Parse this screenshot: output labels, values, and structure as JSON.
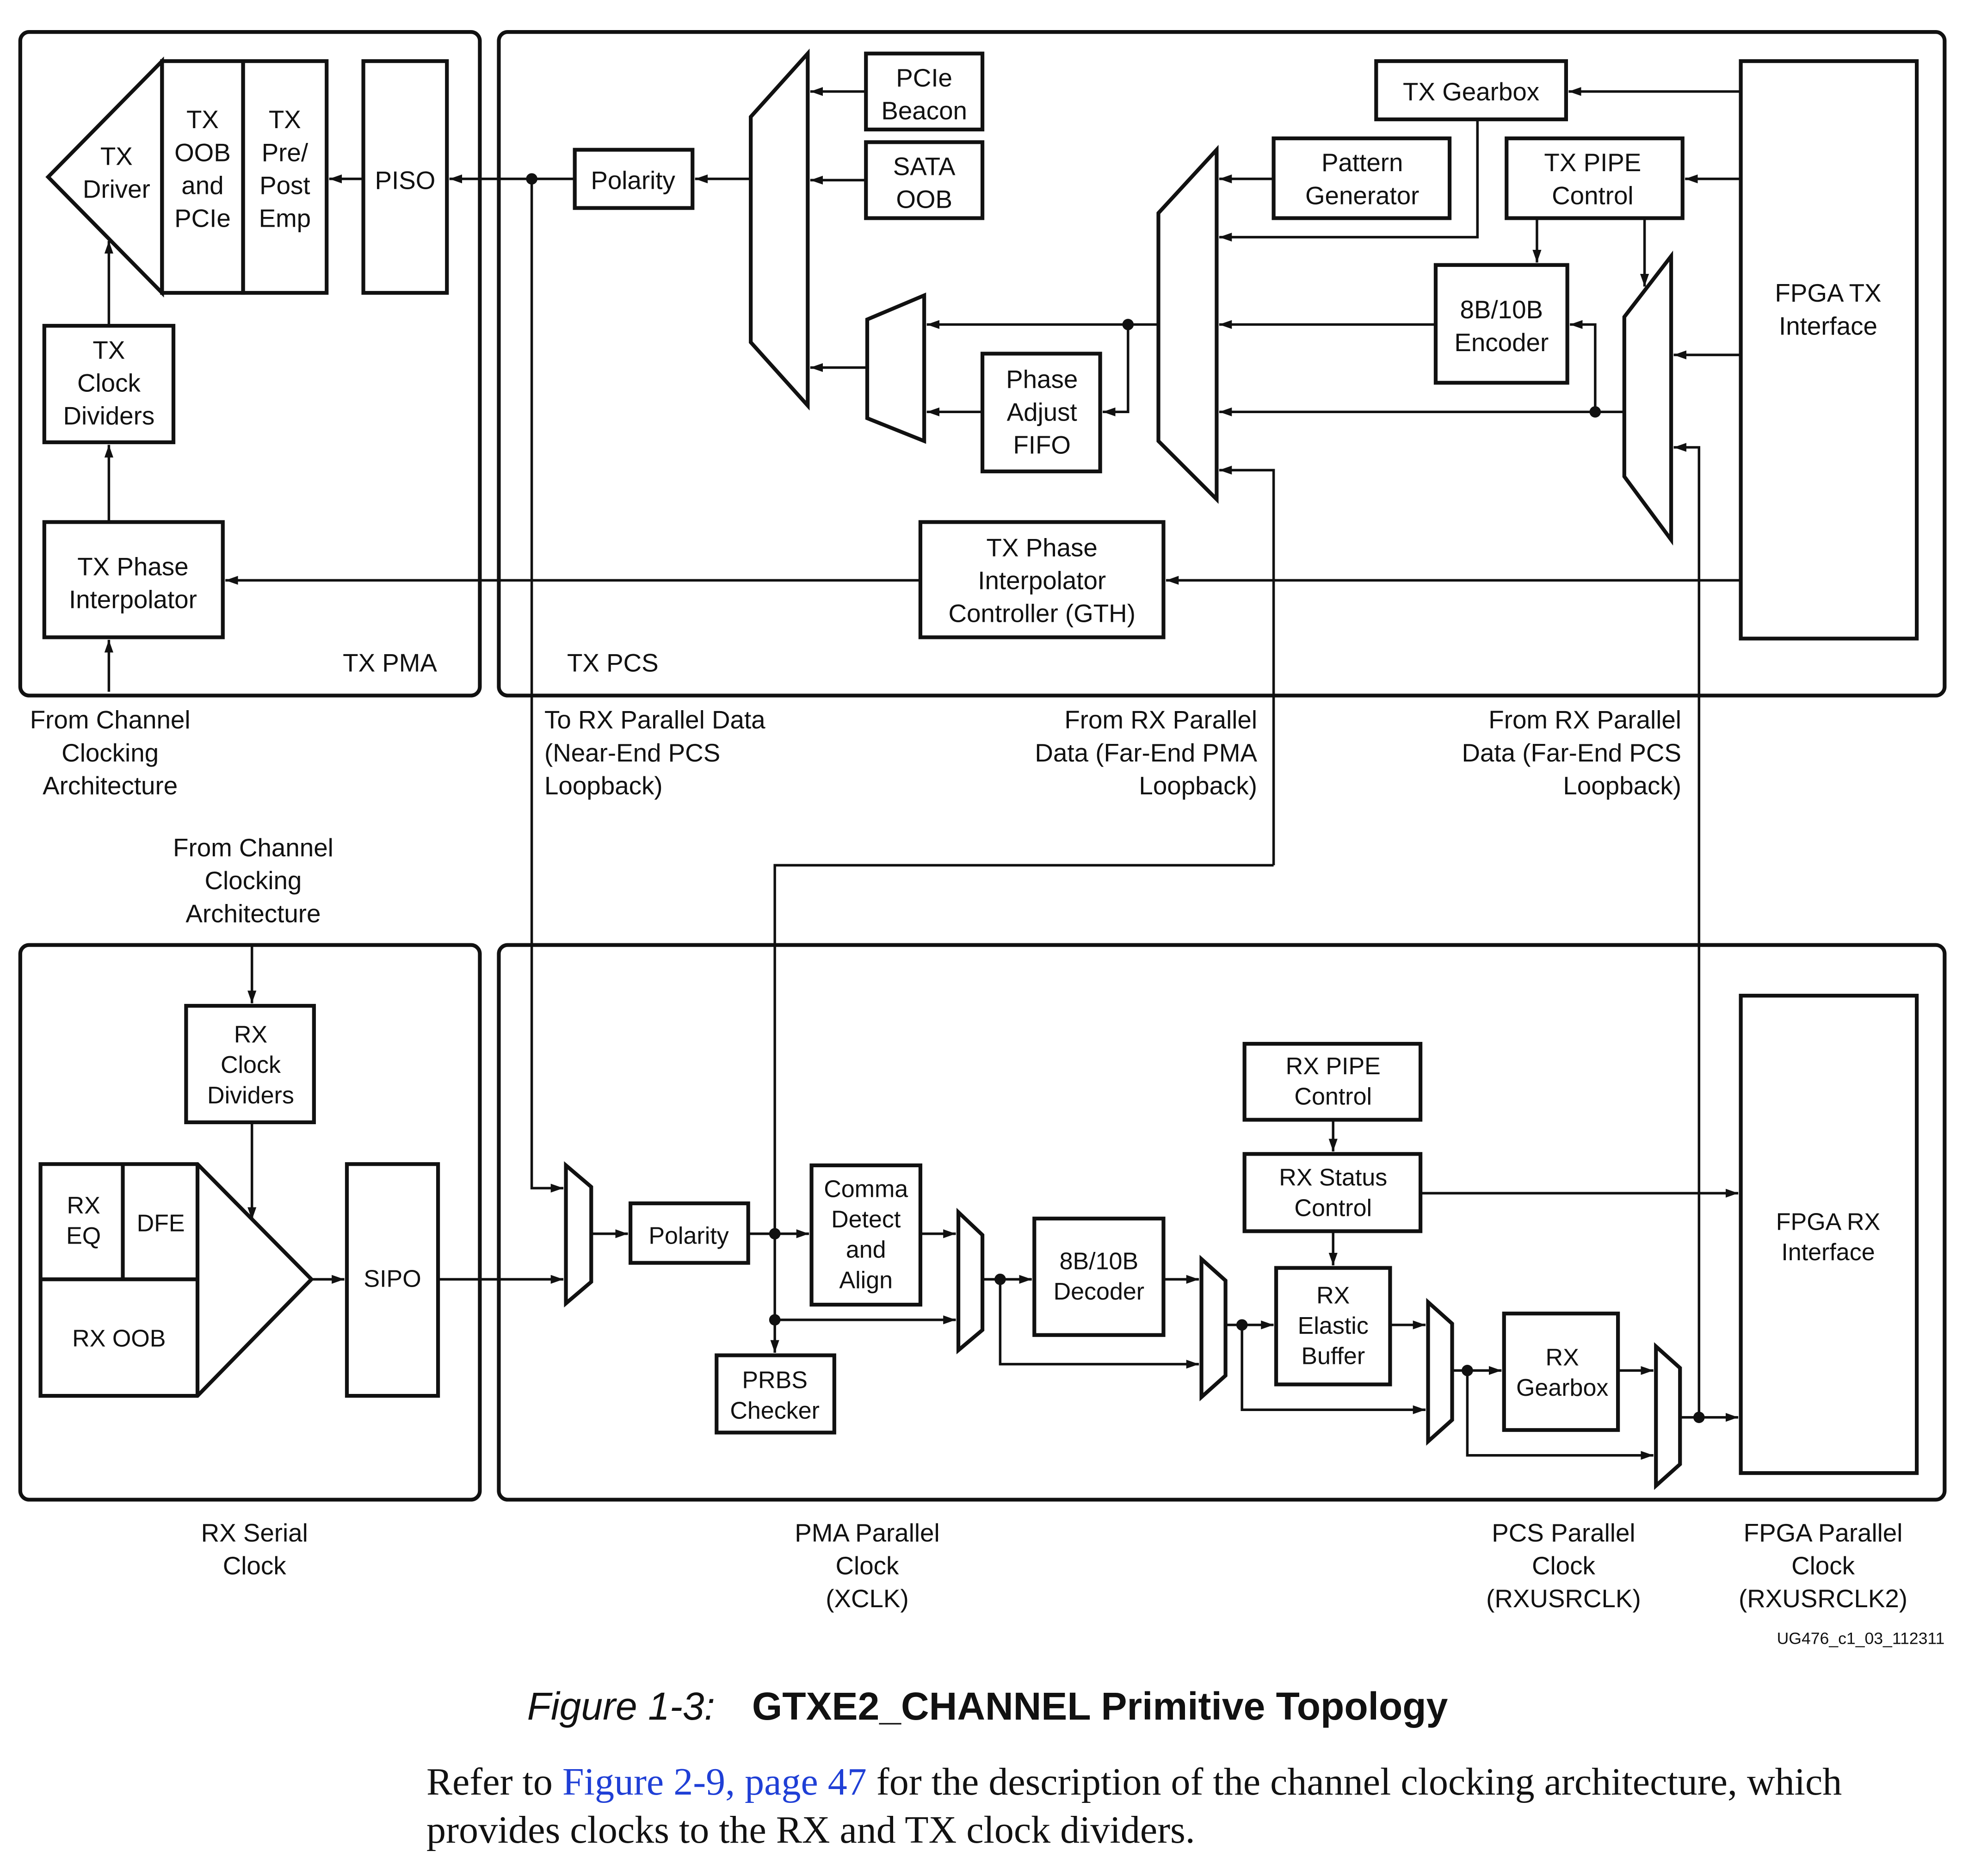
{
  "diagram": {
    "tx_driver": [
      "TX",
      "Driver"
    ],
    "tx_oob_pcie": [
      "TX",
      "OOB",
      "and",
      "PCIe"
    ],
    "tx_pre_post_emp": [
      "TX",
      "Pre/",
      "Post",
      "Emp"
    ],
    "piso": "PISO",
    "tx_clock_dividers": [
      "TX",
      "Clock",
      "Dividers"
    ],
    "tx_phase_interpolator": [
      "TX Phase",
      "Interpolator"
    ],
    "tx_pma_label": "TX PMA",
    "tx_polarity": "Polarity",
    "pcie_beacon": [
      "PCIe",
      "Beacon"
    ],
    "sata_oob": [
      "SATA",
      "OOB"
    ],
    "phase_adjust_fifo": [
      "Phase",
      "Adjust",
      "FIFO"
    ],
    "tx_gearbox": "TX Gearbox",
    "pattern_generator": [
      "Pattern",
      "Generator"
    ],
    "tx_pipe_control": [
      "TX PIPE",
      "Control"
    ],
    "encoder": [
      "8B/10B",
      "Encoder"
    ],
    "fpga_tx_interface": [
      "FPGA TX",
      "Interface"
    ],
    "tx_pi_controller": [
      "TX Phase",
      "Interpolator",
      "Controller (GTH)"
    ],
    "tx_pcs_label": "TX PCS",
    "from_channel_clocking_1": [
      "From Channel",
      "Clocking",
      "Architecture"
    ],
    "to_rx_parallel": [
      "To RX Parallel Data",
      "(Near-End PCS",
      "Loopback)"
    ],
    "from_rx_far_end_pma": [
      "From RX Parallel",
      "Data (Far-End PMA",
      "Loopback)"
    ],
    "from_rx_far_end_pcs": [
      "From RX Parallel",
      "Data (Far-End PCS",
      "Loopback)"
    ],
    "from_channel_clocking_2": [
      "From Channel",
      "Clocking",
      "Architecture"
    ],
    "rx_clock_dividers": [
      "RX",
      "Clock",
      "Dividers"
    ],
    "rx_eq": [
      "RX",
      "EQ"
    ],
    "dfe": "DFE",
    "rx_oob": "RX OOB",
    "sipo": "SIPO",
    "rx_polarity": "Polarity",
    "comma_detect": [
      "Comma",
      "Detect",
      "and",
      "Align"
    ],
    "prbs_checker": [
      "PRBS",
      "Checker"
    ],
    "decoder": [
      "8B/10B",
      "Decoder"
    ],
    "rx_pipe_control": [
      "RX PIPE",
      "Control"
    ],
    "rx_status_control": [
      "RX Status",
      "Control"
    ],
    "rx_elastic_buffer": [
      "RX",
      "Elastic",
      "Buffer"
    ],
    "rx_gearbox": [
      "RX",
      "Gearbox"
    ],
    "fpga_rx_interface": [
      "FPGA RX",
      "Interface"
    ],
    "rx_serial_clock": [
      "RX Serial",
      "Clock"
    ],
    "pma_parallel_clock": [
      "PMA Parallel",
      "Clock",
      "(XCLK)"
    ],
    "pcs_parallel_clock": [
      "PCS Parallel",
      "Clock",
      "(RXUSRCLK)"
    ],
    "fpga_parallel_clock": [
      "FPGA Parallel",
      "Clock",
      "(RXUSRCLK2)"
    ],
    "figure_id": "UG476_c1_03_112311"
  },
  "caption": {
    "number": "Figure 1-3:",
    "title": "GTXE2_CHANNEL Primitive Topology"
  },
  "paragraph": {
    "before": "Refer to ",
    "link": "Figure 2-9, page 47",
    "after": " for the description of the channel clocking architecture, which provides clocks to the RX and TX clock dividers."
  }
}
